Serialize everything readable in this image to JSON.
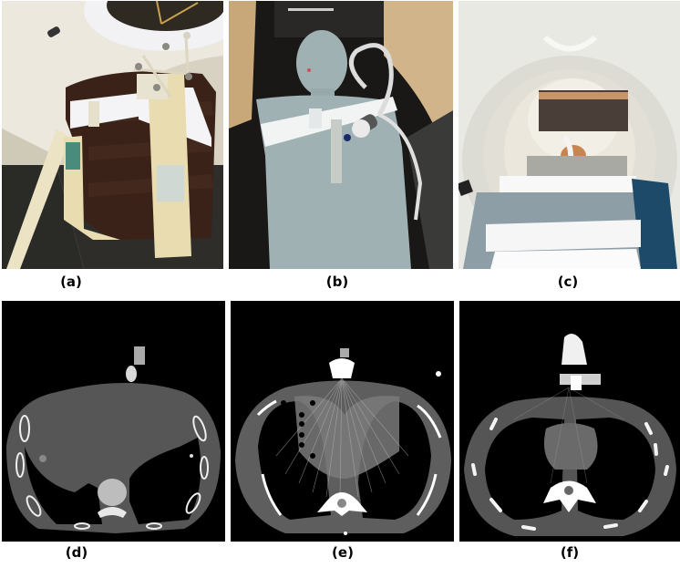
{
  "figure": {
    "panels": [
      {
        "id": "a",
        "label": "(a)",
        "kind": "photo",
        "description": "Thorax phantom (brown) strapped with a respiratory-motion platform and marker block on CT couch"
      },
      {
        "id": "b",
        "label": "(b)",
        "kind": "photo",
        "description": "Anthropomorphic torso phantom with ultrasound probe held by a strap on the chest"
      },
      {
        "id": "c",
        "label": "(c)",
        "kind": "photo",
        "description": "Phantom with probe positioned inside the CT gantry bore"
      },
      {
        "id": "d",
        "label": "(d)",
        "kind": "ct",
        "description": "Axial CT slice of phantom at liver level with probe on anterior surface"
      },
      {
        "id": "e",
        "label": "(e)",
        "kind": "ct",
        "description": "Axial CT slice with strong streak artifacts radiating from probe"
      },
      {
        "id": "f",
        "label": "(f)",
        "kind": "ct",
        "description": "Axial CT slice at lung level with probe and mild streak artifacts"
      }
    ]
  },
  "colors": {
    "background": "#ffffff",
    "ct_background": "#000000",
    "ct_tissue": "#555555",
    "ct_bone": "#f0f0f0",
    "phantom_brown": "#3a2218",
    "strap_beige": "#e8dcb0",
    "torso_teal": "#9fb1b2",
    "gantry_white": "#e9e9e4",
    "blanket_gray": "#8e9ea6",
    "blanket_blue": "#1c4a68"
  }
}
